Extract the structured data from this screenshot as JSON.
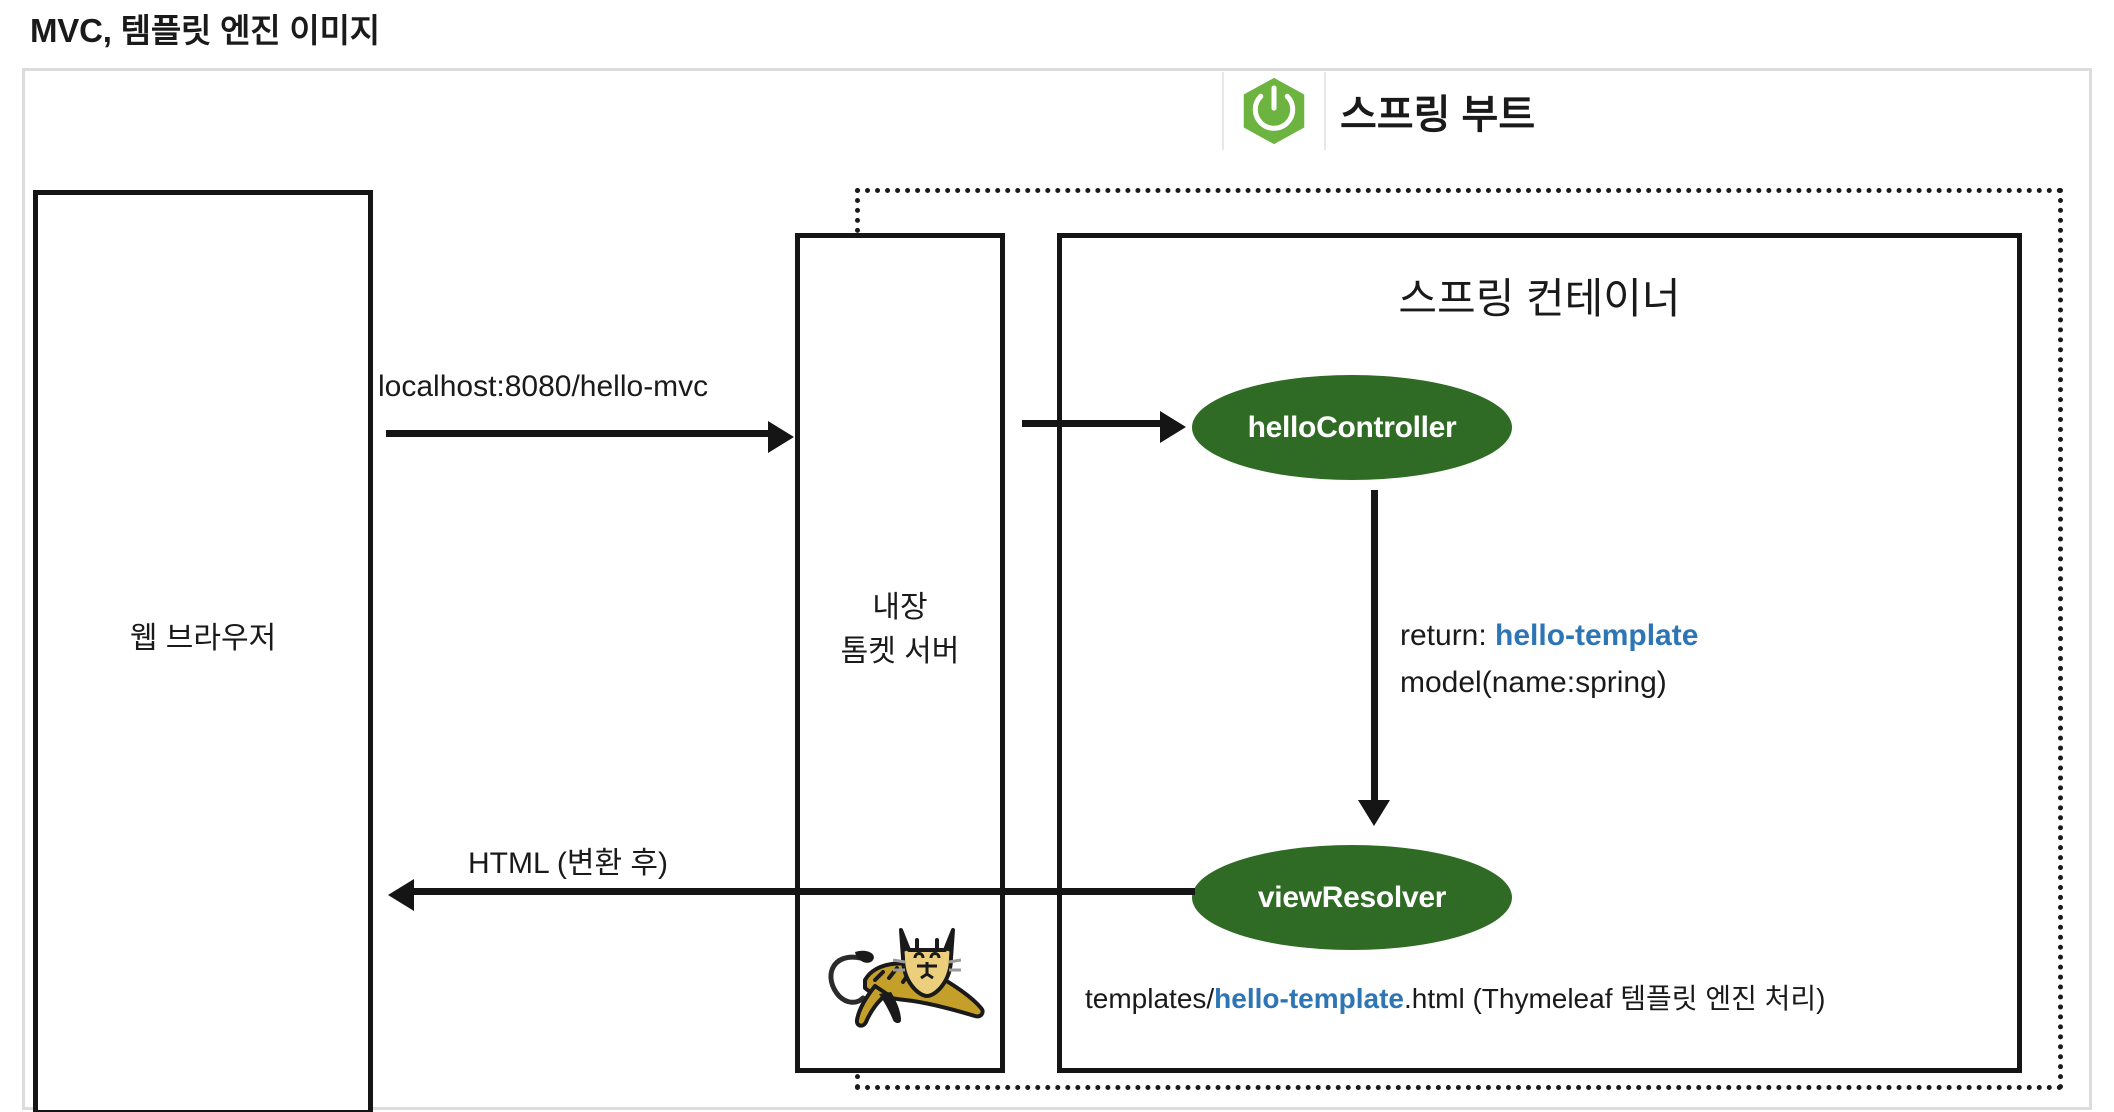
{
  "page_title": "MVC, 템플릿 엔진 이미지",
  "springboot": {
    "logo_icon": "spring-boot-leaf-power-icon",
    "label": "스프링 부트",
    "brand_color": "#6DB33F"
  },
  "boxes": {
    "browser": {
      "label": "웹 브라우저"
    },
    "tomcat": {
      "label": "내장\n톰켓 서버",
      "mascot_icon": "tomcat-cat-icon"
    },
    "container": {
      "title": "스프링 컨테이너"
    }
  },
  "beans": [
    {
      "name": "helloController",
      "color": "#2F6B24"
    },
    {
      "name": "viewResolver",
      "color": "#2F6B24"
    }
  ],
  "arrows": {
    "request": {
      "label": "localhost:8080/hello-mvc",
      "direction": "right"
    },
    "dispatch": {
      "label": "",
      "direction": "right"
    },
    "model": {
      "direction": "down"
    },
    "response": {
      "label": "HTML (변환 후)",
      "direction": "left"
    }
  },
  "annotations": {
    "return_prefix": "return: ",
    "return_value": "hello-template",
    "model_line": "model(name:spring)",
    "templates_prefix": "templates/",
    "templates_value": "hello-template",
    "templates_suffix": ".html (Thymeleaf 템플릿 엔진 처리)",
    "accent_color": "#2E75B6"
  }
}
